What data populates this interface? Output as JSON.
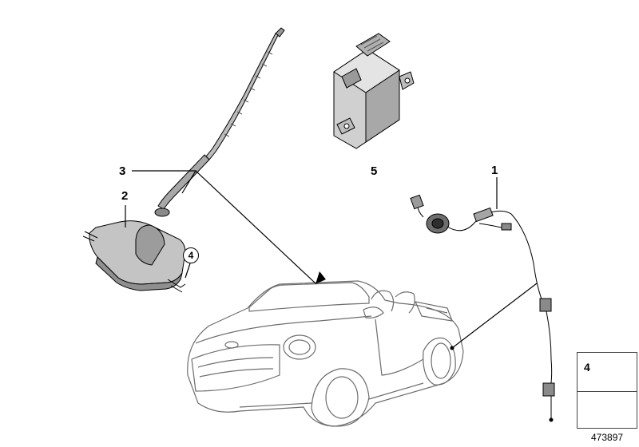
{
  "callouts": {
    "part_1": "1",
    "part_2": "2",
    "part_3": "3",
    "part_4": "4",
    "part_5": "5"
  },
  "legend": {
    "part_number": "4"
  },
  "reference_number": "473897",
  "colors": {
    "line": "#000000",
    "part_fill": "#c9c9c9",
    "part_dark": "#8a8a8a",
    "car_outline": "#6e6e6e"
  }
}
